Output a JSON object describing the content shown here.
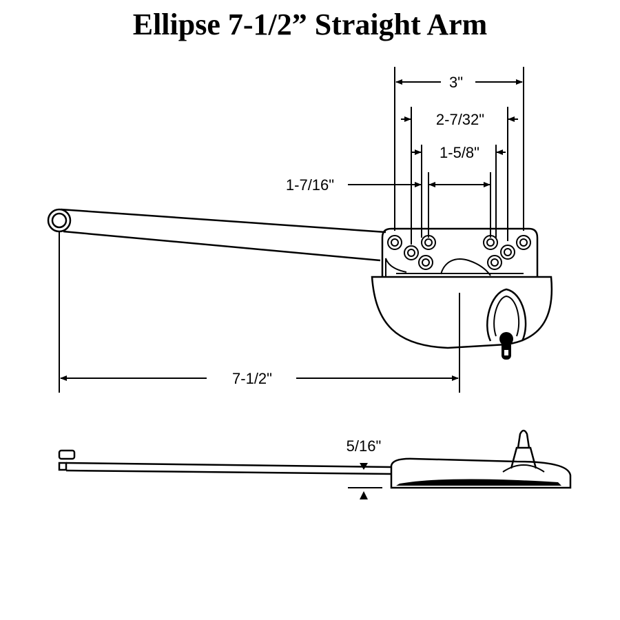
{
  "title": "Ellipse 7-1/2” Straight Arm",
  "dimensions": {
    "width_outer": "3\"",
    "width_2": "2-7/32\"",
    "width_3": "1-5/8\"",
    "width_4": "1-7/16\"",
    "arm_length": "7-1/2\"",
    "height": "5/16\""
  }
}
